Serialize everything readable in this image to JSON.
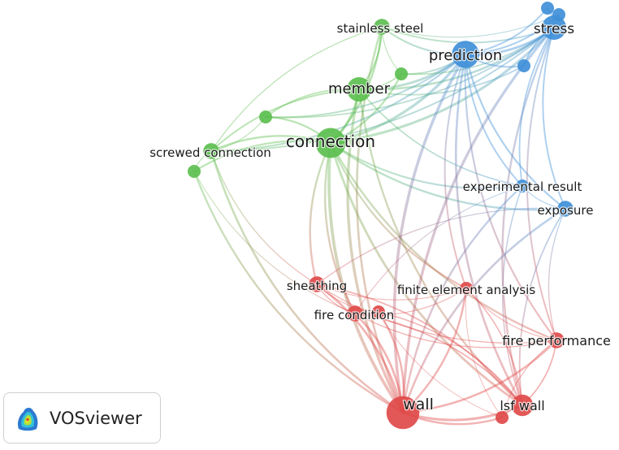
{
  "app": {
    "brand_name": "VOSviewer",
    "logo_icon": "vosviewer-heatmap-logo-icon"
  },
  "colors": {
    "cluster_green": "#5cbf4f",
    "cluster_blue": "#3f8fd8",
    "cluster_red": "#e04a4a",
    "background": "#ffffff"
  },
  "network": {
    "nodes": [
      {
        "id": "stainless-steel",
        "label": "stainless steel",
        "cluster": "green",
        "weight": 3
      },
      {
        "id": "member",
        "label": "member",
        "cluster": "green",
        "weight": 6
      },
      {
        "id": "connection",
        "label": "connection",
        "cluster": "green",
        "weight": 8
      },
      {
        "id": "screwed-connection",
        "label": "screwed connection",
        "cluster": "green",
        "weight": 3
      },
      {
        "id": "green-a",
        "label": "",
        "cluster": "green",
        "weight": 2
      },
      {
        "id": "green-b",
        "label": "",
        "cluster": "green",
        "weight": 2
      },
      {
        "id": "green-c",
        "label": "",
        "cluster": "green",
        "weight": 2
      },
      {
        "id": "prediction",
        "label": "prediction",
        "cluster": "blue",
        "weight": 7
      },
      {
        "id": "stress",
        "label": "stress",
        "cluster": "blue",
        "weight": 6
      },
      {
        "id": "experimental-result",
        "label": "experimental result",
        "cluster": "blue",
        "weight": 2
      },
      {
        "id": "exposure",
        "label": "exposure",
        "cluster": "blue",
        "weight": 3
      },
      {
        "id": "blue-a",
        "label": "",
        "cluster": "blue",
        "weight": 2
      },
      {
        "id": "blue-b",
        "label": "",
        "cluster": "blue",
        "weight": 2
      },
      {
        "id": "blue-c",
        "label": "",
        "cluster": "blue",
        "weight": 2
      },
      {
        "id": "sheathing",
        "label": "sheathing",
        "cluster": "red",
        "weight": 3
      },
      {
        "id": "fire-condition",
        "label": "fire condition",
        "cluster": "red",
        "weight": 3
      },
      {
        "id": "finite-element-analysis",
        "label": "finite element analysis",
        "cluster": "red",
        "weight": 2
      },
      {
        "id": "fire-performance",
        "label": "fire performance",
        "cluster": "red",
        "weight": 3
      },
      {
        "id": "wall",
        "label": "wall",
        "cluster": "red",
        "weight": 9
      },
      {
        "id": "lsf-wall",
        "label": "lsf wall",
        "cluster": "red",
        "weight": 5
      },
      {
        "id": "red-a",
        "label": "",
        "cluster": "red",
        "weight": 2
      },
      {
        "id": "red-b",
        "label": "",
        "cluster": "red",
        "weight": 2
      }
    ],
    "links": [
      [
        "connection",
        "member"
      ],
      [
        "connection",
        "stainless-steel"
      ],
      [
        "connection",
        "screwed-connection"
      ],
      [
        "connection",
        "green-a"
      ],
      [
        "connection",
        "green-b"
      ],
      [
        "connection",
        "green-c"
      ],
      [
        "connection",
        "prediction"
      ],
      [
        "connection",
        "stress"
      ],
      [
        "connection",
        "experimental-result"
      ],
      [
        "connection",
        "wall"
      ],
      [
        "connection",
        "lsf-wall"
      ],
      [
        "connection",
        "sheathing"
      ],
      [
        "connection",
        "fire-condition"
      ],
      [
        "connection",
        "fire-performance"
      ],
      [
        "connection",
        "exposure"
      ],
      [
        "connection",
        "finite-element-analysis"
      ],
      [
        "member",
        "stainless-steel"
      ],
      [
        "member",
        "screwed-connection"
      ],
      [
        "member",
        "green-b"
      ],
      [
        "member",
        "green-c"
      ],
      [
        "member",
        "prediction"
      ],
      [
        "member",
        "stress"
      ],
      [
        "member",
        "wall"
      ],
      [
        "member",
        "lsf-wall"
      ],
      [
        "member",
        "blue-a"
      ],
      [
        "member",
        "experimental-result"
      ],
      [
        "stainless-steel",
        "prediction"
      ],
      [
        "stainless-steel",
        "stress"
      ],
      [
        "stainless-steel",
        "green-c"
      ],
      [
        "stainless-steel",
        "screwed-connection"
      ],
      [
        "stainless-steel",
        "blue-b"
      ],
      [
        "stainless-steel",
        "wall"
      ],
      [
        "screwed-connection",
        "green-a"
      ],
      [
        "screwed-connection",
        "green-b"
      ],
      [
        "screwed-connection",
        "wall"
      ],
      [
        "screwed-connection",
        "prediction"
      ],
      [
        "screwed-connection",
        "stress"
      ],
      [
        "screwed-connection",
        "sheathing"
      ],
      [
        "green-a",
        "wall"
      ],
      [
        "green-a",
        "fire-condition"
      ],
      [
        "green-b",
        "prediction"
      ],
      [
        "green-b",
        "stress"
      ],
      [
        "green-c",
        "prediction"
      ],
      [
        "green-c",
        "stress"
      ],
      [
        "prediction",
        "stress"
      ],
      [
        "prediction",
        "blue-a"
      ],
      [
        "prediction",
        "blue-b"
      ],
      [
        "prediction",
        "blue-c"
      ],
      [
        "prediction",
        "experimental-result"
      ],
      [
        "prediction",
        "exposure"
      ],
      [
        "prediction",
        "wall"
      ],
      [
        "prediction",
        "lsf-wall"
      ],
      [
        "prediction",
        "fire-performance"
      ],
      [
        "prediction",
        "finite-element-analysis"
      ],
      [
        "stress",
        "blue-a"
      ],
      [
        "stress",
        "blue-b"
      ],
      [
        "stress",
        "blue-c"
      ],
      [
        "stress",
        "experimental-result"
      ],
      [
        "stress",
        "exposure"
      ],
      [
        "stress",
        "fire-performance"
      ],
      [
        "stress",
        "lsf-wall"
      ],
      [
        "stress",
        "wall"
      ],
      [
        "experimental-result",
        "exposure"
      ],
      [
        "experimental-result",
        "wall"
      ],
      [
        "experimental-result",
        "fire-condition"
      ],
      [
        "experimental-result",
        "lsf-wall"
      ],
      [
        "exposure",
        "fire-performance"
      ],
      [
        "exposure",
        "lsf-wall"
      ],
      [
        "exposure",
        "wall"
      ],
      [
        "exposure",
        "sheathing"
      ],
      [
        "wall",
        "lsf-wall"
      ],
      [
        "wall",
        "sheathing"
      ],
      [
        "wall",
        "fire-condition"
      ],
      [
        "wall",
        "fire-performance"
      ],
      [
        "wall",
        "finite-element-analysis"
      ],
      [
        "wall",
        "red-a"
      ],
      [
        "wall",
        "red-b"
      ],
      [
        "lsf-wall",
        "fire-performance"
      ],
      [
        "lsf-wall",
        "sheathing"
      ],
      [
        "lsf-wall",
        "fire-condition"
      ],
      [
        "lsf-wall",
        "finite-element-analysis"
      ],
      [
        "lsf-wall",
        "red-a"
      ],
      [
        "lsf-wall",
        "red-b"
      ],
      [
        "sheathing",
        "fire-condition"
      ],
      [
        "sheathing",
        "red-a"
      ],
      [
        "sheathing",
        "fire-performance"
      ],
      [
        "sheathing",
        "finite-element-analysis"
      ],
      [
        "fire-condition",
        "red-a"
      ],
      [
        "fire-condition",
        "finite-element-analysis"
      ],
      [
        "fire-condition",
        "fire-performance"
      ],
      [
        "finite-element-analysis",
        "fire-performance"
      ],
      [
        "finite-element-analysis",
        "red-b"
      ],
      [
        "fire-performance",
        "red-b"
      ],
      [
        "red-a",
        "red-b"
      ]
    ]
  }
}
